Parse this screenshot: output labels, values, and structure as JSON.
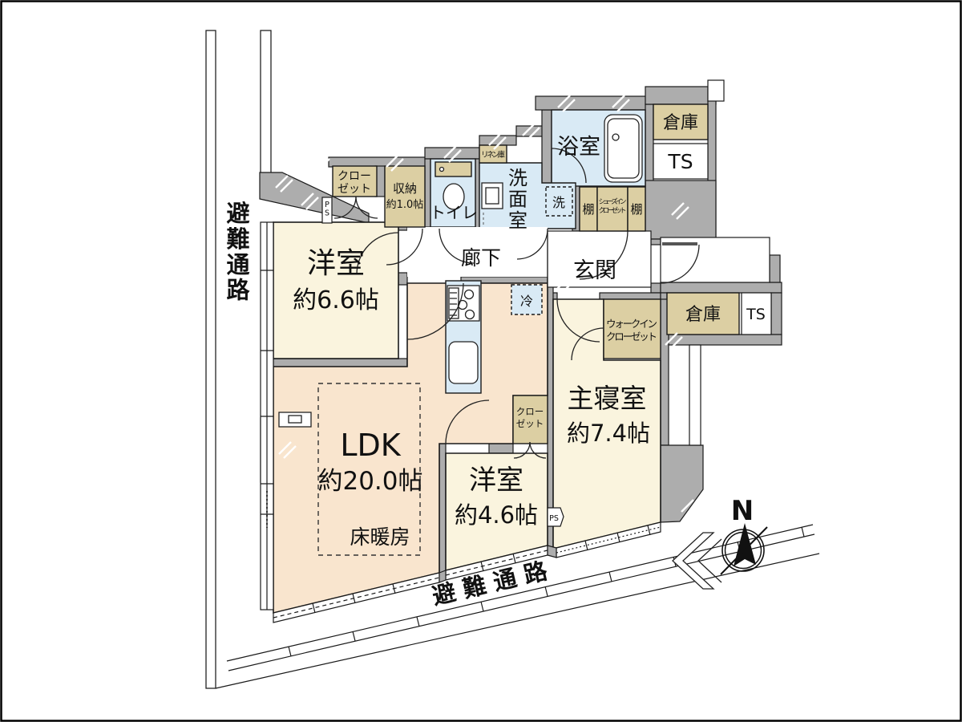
{
  "colors": {
    "wall": "#ADADAD",
    "room_cream": "#FAF4DE",
    "room_peach": "#F9E5CE",
    "wet_blue": "#D9EAF5",
    "closet_tan": "#DCCFA3",
    "line": "#1a1a1a"
  },
  "labels": {
    "evac": "避難通路",
    "western1_name": "洋室",
    "western1_size": "約6.6帖",
    "ldk_name": "LDK",
    "ldk_size": "約20.0帖",
    "floor_heating": "床暖房",
    "western2_name": "洋室",
    "western2_size": "約4.6帖",
    "master_name": "主寝室",
    "master_size": "約7.4帖",
    "bath": "浴室",
    "washroom": "洗面室",
    "toilet": "トイレ",
    "hallway": "廊下",
    "entrance": "玄関",
    "warehouse": "倉庫",
    "ts": "TS",
    "ps": "PS",
    "closet_l1": "クロー",
    "closet_l2": "ゼット",
    "storage_l1": "収納",
    "storage_l2": "約1.0帖",
    "linen": "リネン庫",
    "shelf": "棚",
    "sic_l1": "シューズイン",
    "sic_l2": "クローゼット",
    "wic_l1": "ウォークイン",
    "wic_l2": "クローゼット",
    "washer": "洗",
    "fridge": "冷",
    "compass_n": "N"
  }
}
